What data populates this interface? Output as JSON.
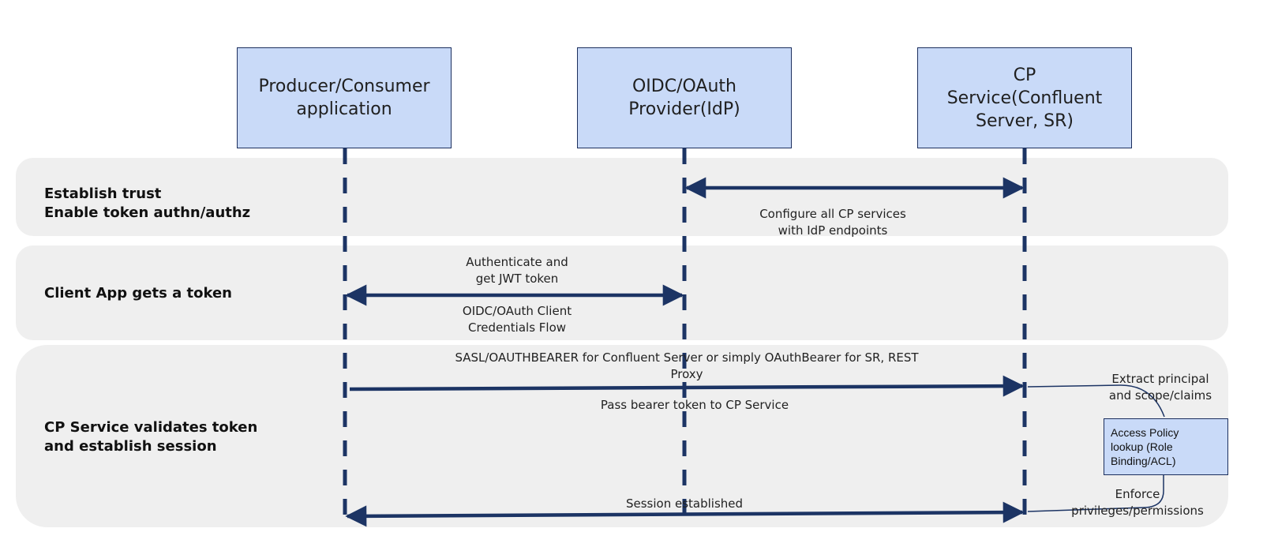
{
  "actors": [
    {
      "label": "Producer/Consumer\napplication"
    },
    {
      "label": "OIDC/OAuth\nProvider(IdP)"
    },
    {
      "label": "CP\nService(Confluent\nServer, SR)"
    }
  ],
  "phases": [
    {
      "label": "Establish trust\nEnable token authn/authz"
    },
    {
      "label": "Client App gets a token"
    },
    {
      "label": "CP Service validates token\nand establish session"
    }
  ],
  "messages": {
    "configure": "Configure all CP services\nwith  IdP endpoints",
    "authenticate_above": "Authenticate and\nget JWT token",
    "authenticate_below": "OIDC/OAuth Client\nCredentials Flow",
    "sasl_above": "SASL/OAUTHBEARER for Confluent Server or  simply OAuthBearer for SR, REST\nProxy",
    "sasl_below": "Pass bearer token to CP Service",
    "session": "Session established"
  },
  "side_notes": {
    "extract": "Extract principal\nand scope/claims",
    "policy_box": "Access Policy\nlookup (Role\nBinding/ACL)",
    "enforce": "Enforce\nprivileges/permissions"
  },
  "colors": {
    "actor_fill": "#c9daf8",
    "line": "#1c3464",
    "band": "#efefef"
  }
}
